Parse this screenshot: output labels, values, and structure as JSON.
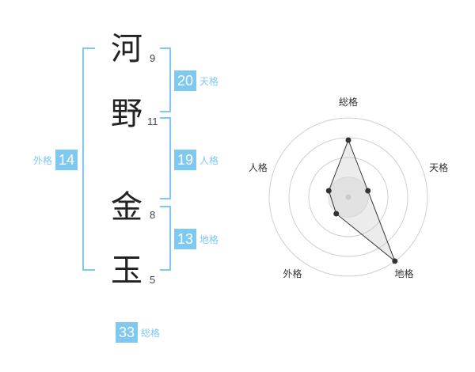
{
  "name_chars": [
    {
      "char": "河",
      "strokes": "9"
    },
    {
      "char": "野",
      "strokes": "11"
    },
    {
      "char": "金",
      "strokes": "8"
    },
    {
      "char": "玉",
      "strokes": "5"
    }
  ],
  "kaku": {
    "tenkaku": {
      "value": "20",
      "label": "天格"
    },
    "jinkaku": {
      "value": "19",
      "label": "人格"
    },
    "chikaku": {
      "value": "13",
      "label": "地格"
    },
    "gaikaku": {
      "value": "14",
      "label": "外格"
    },
    "soukaku": {
      "value": "33",
      "label": "総格"
    }
  },
  "colors": {
    "accent": "#7fc9f0"
  },
  "chart_data": {
    "type": "radar",
    "axes": [
      "総格",
      "天格",
      "地格",
      "外格",
      "人格"
    ],
    "rings": 4,
    "values": [
      0.72,
      0.26,
      1.0,
      0.26,
      0.26
    ]
  }
}
